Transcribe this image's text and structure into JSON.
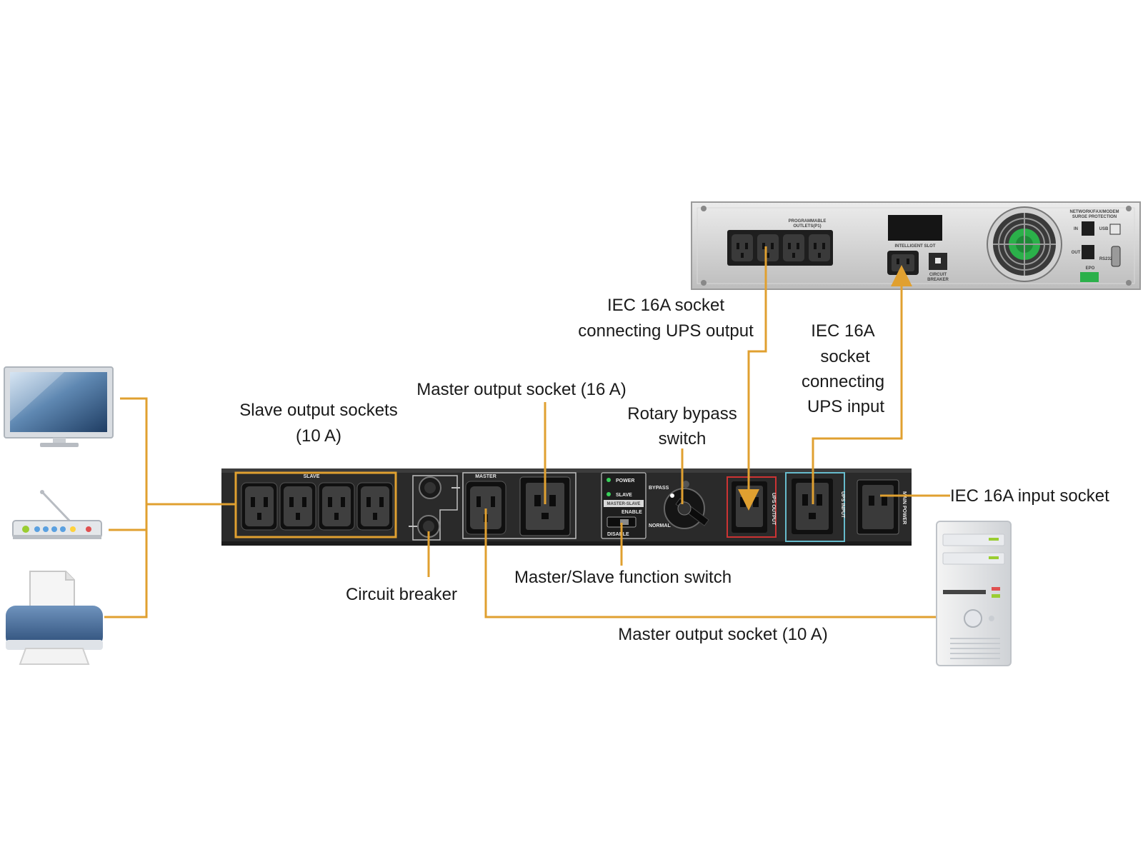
{
  "labels": {
    "slave_output_l1": "Slave output sockets",
    "slave_output_l2": "(10 A)",
    "master_output_16a": "Master output socket (16 A)",
    "rotary_l1": "Rotary bypass",
    "rotary_l2": "switch",
    "iec_ups_output_l1": "IEC 16A socket",
    "iec_ups_output_l2": "connecting UPS output",
    "iec_ups_input_l1": "IEC 16A",
    "iec_ups_input_l2": "socket",
    "iec_ups_input_l3": "connecting",
    "iec_ups_input_l4": "UPS input",
    "iec_input": "IEC 16A input socket",
    "circuit_breaker": "Circuit breaker",
    "ms_switch": "Master/Slave function switch",
    "master_output_10a": "Master output socket (10 A)"
  },
  "panel": {
    "slave": "SLAVE",
    "master": "MASTER",
    "power": "POWER",
    "slave_led": "SLAVE",
    "master_slave": "MASTER-SLAVE",
    "enable": "ENABLE",
    "disable": "DISABLE",
    "bypass": "BYPASS",
    "normal": "NORMAL",
    "ups_output": "UPS OUTPUT",
    "ups_input": "UPS INPUT",
    "main_power": "MAIN POWER"
  },
  "ups": {
    "programmable": "PROGRAMMABLE",
    "outlets": "OUTLETS(P1)",
    "intelligent_slot": "INTELLIGENT SLOT",
    "circuit": "CIRCUIT",
    "breaker": "BREAKER",
    "network": "NETWORK/FAX/MODEM",
    "surge": "SURGE PROTECTION",
    "in": "IN",
    "out": "OUT",
    "usb": "USB",
    "rs232": "RS232",
    "epo": "EPO"
  },
  "colors": {
    "wire": "#e0a030",
    "panel": "#2a2a2a",
    "ups_output_frame": "#cc3333",
    "ups_input_frame": "#66bbcc"
  }
}
